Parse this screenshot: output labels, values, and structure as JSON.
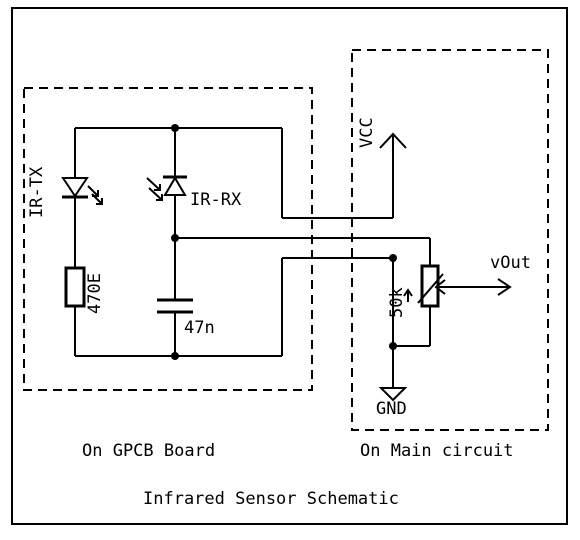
{
  "title": "Infrared Sensor Schematic",
  "regions": {
    "gpcb_board": "On GPCB Board",
    "main_circuit": "On Main circuit"
  },
  "components": {
    "ir_tx": "IR-TX",
    "ir_rx": "IR-RX",
    "resistor": "470E",
    "capacitor": "47n",
    "potentiometer": "50k",
    "vcc": "VCC",
    "gnd": "GND",
    "vout": "vOut"
  }
}
